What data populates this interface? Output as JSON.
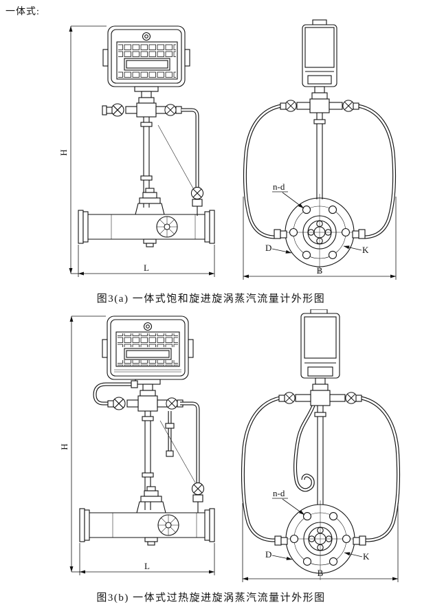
{
  "header": {
    "title": "一体式:"
  },
  "figure_a": {
    "caption": "图3(a) 一体式饱和旋进旋涡蒸汽流量计外形图",
    "dims": {
      "height": "H",
      "length": "L",
      "width": "B",
      "flange_diameter": "D",
      "bolt_circle": "K",
      "bolt_holes": "n-d"
    }
  },
  "figure_b": {
    "caption": "图3(b) 一体式过热旋进旋涡蒸汽流量计外形图",
    "dims": {
      "height": "H",
      "length": "L",
      "width": "B",
      "flange_diameter": "D",
      "bolt_circle": "K",
      "bolt_holes": "n-d"
    }
  }
}
